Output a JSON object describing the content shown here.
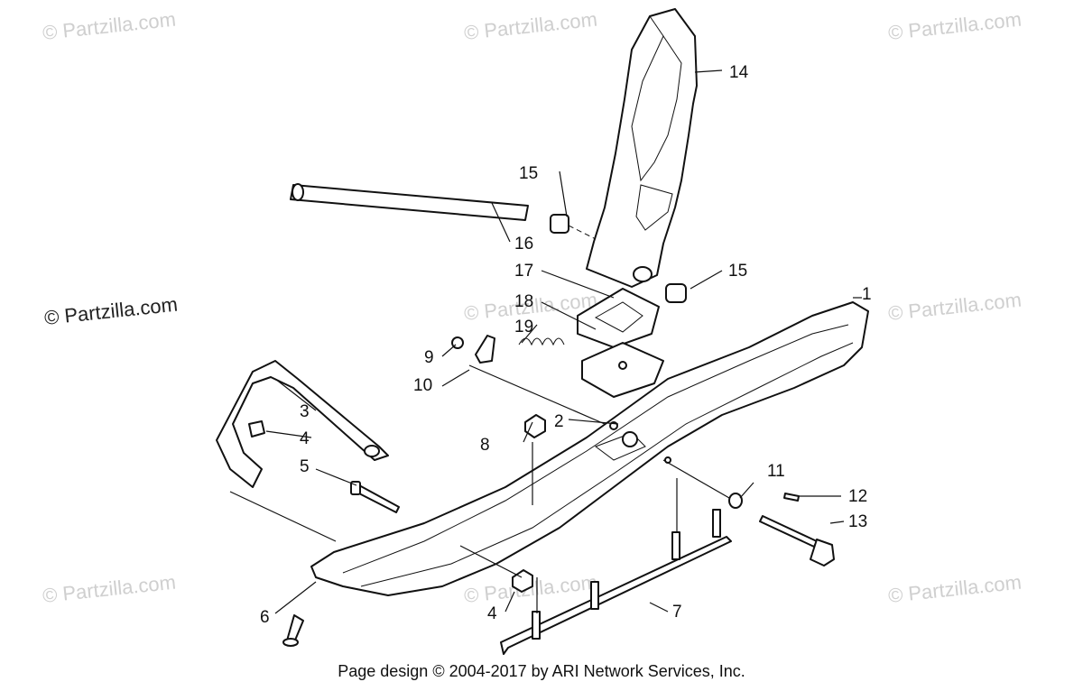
{
  "watermark": {
    "text": "© Partzilla.com",
    "dark_text": "© Partzilla.com"
  },
  "callouts": [
    "1",
    "2",
    "3",
    "4",
    "5",
    "6",
    "7",
    "8",
    "9",
    "10",
    "11",
    "12",
    "13",
    "14",
    "15",
    "15",
    "16",
    "17",
    "18",
    "19",
    "4"
  ],
  "footer": "Page design © 2004-2017 by ARI Network Services, Inc."
}
